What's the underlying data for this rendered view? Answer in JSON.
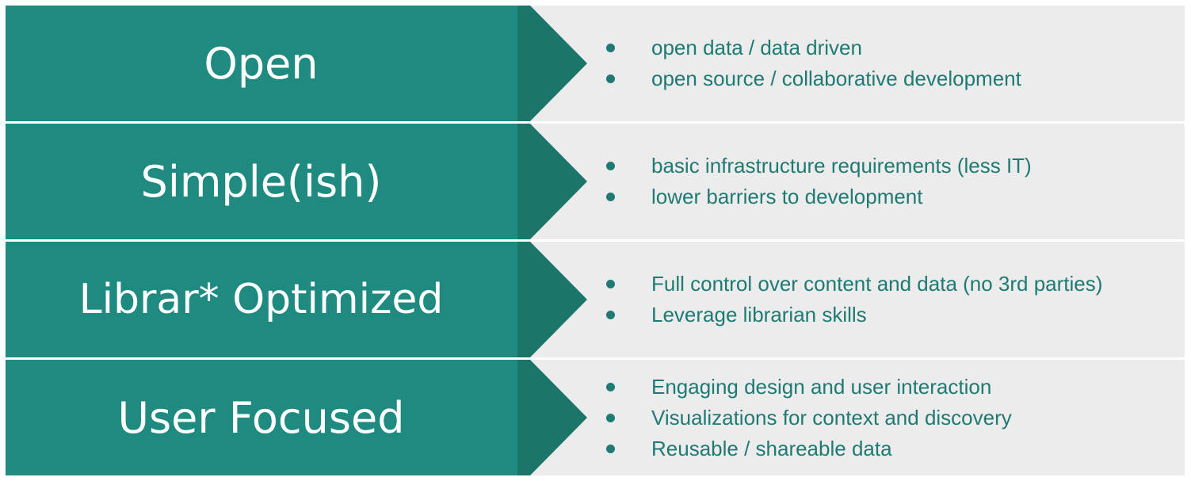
{
  "colors": {
    "teal": "#1f8a7f",
    "teal_dark": "#1c7569",
    "panel_bg": "#ececec",
    "bullet_text": "#1e7a72",
    "label_text": "#ffffff"
  },
  "rows": [
    {
      "label": "Open",
      "bullets": [
        "open data / data driven",
        "open source / collaborative development"
      ]
    },
    {
      "label": "Simple(ish)",
      "bullets": [
        "basic infrastructure requirements (less IT)",
        "lower barriers to development"
      ]
    },
    {
      "label": "Librar* Optimized",
      "bullets": [
        "Full control over content and data (no 3rd parties)",
        "Leverage librarian skills"
      ]
    },
    {
      "label": "User Focused",
      "bullets": [
        "Engaging design and user interaction",
        "Visualizations for context and discovery",
        "Reusable / shareable data"
      ]
    }
  ]
}
